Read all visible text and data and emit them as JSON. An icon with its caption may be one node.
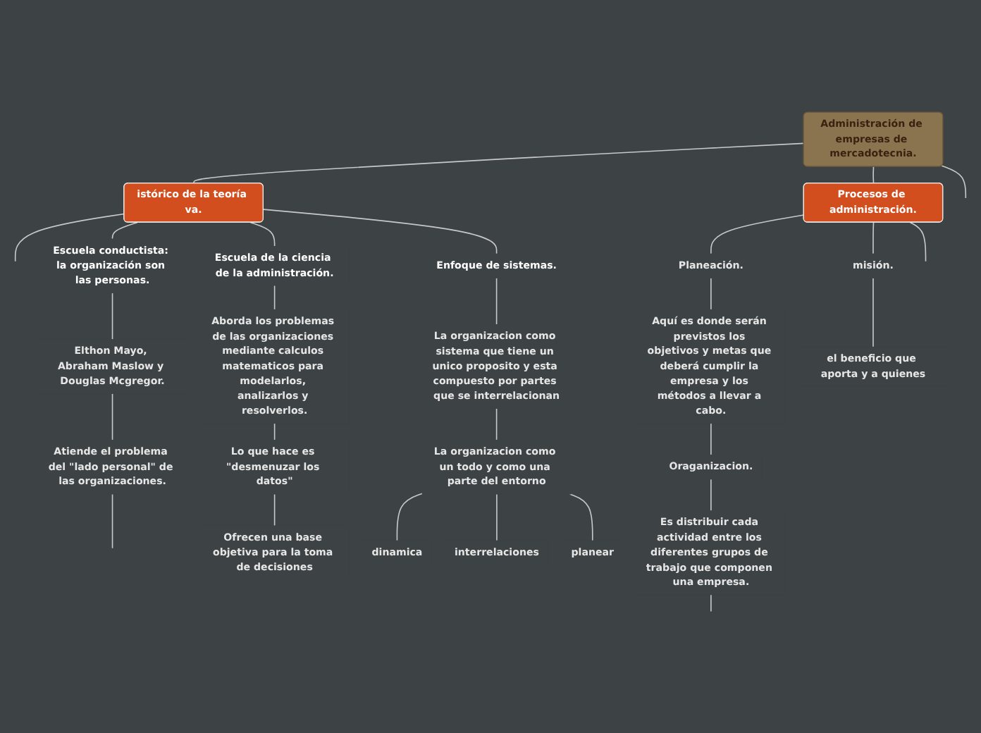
{
  "diagram": {
    "nodes": [
      {
        "text": [
          "Administración de empresas de mercadotecnia."
        ]
      },
      {
        "text": [
          "istórico de la teoría va."
        ]
      },
      {
        "text": [
          "Procesos de administración."
        ]
      },
      {
        "text": [
          "Escuela conductista: la organización son las personas."
        ]
      },
      {
        "text": [
          "Elthon Mayo, Abraham Maslow y Douglas Mcgregor."
        ]
      },
      {
        "text": [
          "Atiende el problema del \"lado personal\" de las organizaciones."
        ]
      },
      {
        "text": [
          "Escuela de la ciencia de la administración."
        ]
      },
      {
        "text": [
          "Aborda los problemas de las organizaciones mediante calculos matematicos para modelarlos, analizarlos y resolverlos."
        ]
      },
      {
        "text": [
          "Lo que hace es \"desmenuzar los datos\""
        ]
      },
      {
        "text": [
          "Ofrecen una base objetiva para la toma de decisiones"
        ]
      },
      {
        "text": [
          "Enfoque de sistemas."
        ]
      },
      {
        "text": [
          "La organizacion como sistema que tiene un unico proposito y esta compuesto por partes que se interrelacionan"
        ]
      },
      {
        "text": [
          "La organizacion como un todo y como una parte del entorno"
        ]
      },
      {
        "text": [
          "dinamica"
        ]
      },
      {
        "text": [
          "interrelaciones"
        ]
      },
      {
        "text": [
          "planear"
        ]
      },
      {
        "text": [
          "Planeación."
        ]
      },
      {
        "text": [
          "Aquí es donde serán previstos los objetivos y metas que deberá cumplir la empresa y los métodos a llevar a cabo."
        ]
      },
      {
        "text": [
          "Oraganizacion."
        ]
      },
      {
        "text": [
          "Es distribuir cada actividad entre los diferentes grupos de trabajo que componen una empresa."
        ]
      },
      {
        "text": [
          "misión."
        ]
      },
      {
        "text": [
          "el beneficio que aporta y a quienes"
        ]
      }
    ],
    "edges": [
      {
        "from": 0,
        "to": 1,
        "arrow": "none"
      },
      {
        "from": 0,
        "to": 2,
        "arrow": "none"
      },
      {
        "from": 0,
        "to": null,
        "arrow": "none"
      },
      {
        "from": 1,
        "to": null,
        "arrow": "none"
      },
      {
        "from": 1,
        "to": 3,
        "arrow": "none"
      },
      {
        "from": 1,
        "to": 6,
        "arrow": "none"
      },
      {
        "from": 1,
        "to": 10,
        "arrow": "none"
      },
      {
        "from": 3,
        "to": 4,
        "arrow": "none"
      },
      {
        "from": 4,
        "to": 5,
        "arrow": "none"
      },
      {
        "from": 5,
        "to": null,
        "arrow": "none"
      },
      {
        "from": 6,
        "to": 7,
        "arrow": "none"
      },
      {
        "from": 7,
        "to": 8,
        "arrow": "none"
      },
      {
        "from": 8,
        "to": 9,
        "arrow": "none"
      },
      {
        "from": 10,
        "to": 11,
        "arrow": "none"
      },
      {
        "from": 11,
        "to": 12,
        "arrow": "none"
      },
      {
        "from": 12,
        "to": 13,
        "arrow": "none"
      },
      {
        "from": 12,
        "to": 14,
        "arrow": "none"
      },
      {
        "from": 12,
        "to": 15,
        "arrow": "none"
      },
      {
        "from": 2,
        "to": 16,
        "arrow": "none"
      },
      {
        "from": 2,
        "to": 20,
        "arrow": "none"
      },
      {
        "from": 2,
        "to": null,
        "arrow": "none"
      },
      {
        "from": 16,
        "to": 17,
        "arrow": "none"
      },
      {
        "from": 17,
        "to": 18,
        "arrow": "none"
      },
      {
        "from": 18,
        "to": 19,
        "arrow": "none"
      },
      {
        "from": 19,
        "to": null,
        "arrow": "none"
      },
      {
        "from": 20,
        "to": 21,
        "arrow": "none"
      }
    ]
  }
}
